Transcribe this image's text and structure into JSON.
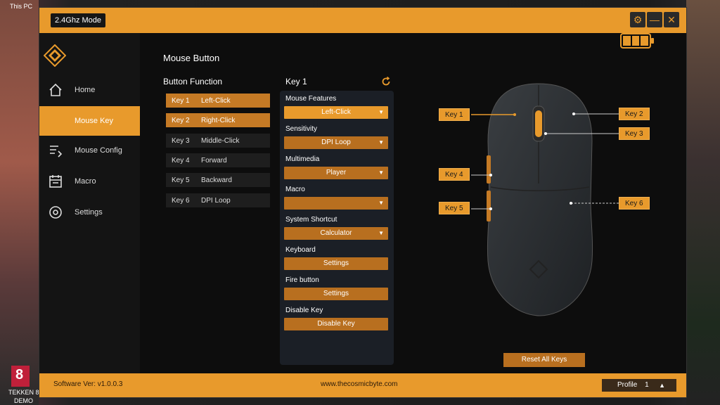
{
  "desktop": {
    "top_label": "This PC",
    "bottom_label_line1": "TEKKEN 8 -",
    "bottom_label_line2": "DEMO"
  },
  "titlebar": {
    "mode": "2.4Ghz Mode",
    "settings_icon": "gear-icon",
    "minimize_icon": "minimize-icon",
    "close_icon": "close-icon"
  },
  "battery": {
    "level": 1.0
  },
  "sidebar": {
    "items": [
      {
        "label": "Home",
        "icon": "home-icon"
      },
      {
        "label": "Mouse Key",
        "icon": "none",
        "active": true
      },
      {
        "label": "Mouse Config",
        "icon": "config-icon"
      },
      {
        "label": "Macro",
        "icon": "macro-icon"
      },
      {
        "label": "Settings",
        "icon": "settings-icon"
      }
    ]
  },
  "main": {
    "title": "Mouse Button",
    "button_function_label": "Button Function",
    "key_panel_title": "Key 1",
    "buttons": [
      {
        "key": "Key 1",
        "func": "Left-Click"
      },
      {
        "key": "Key 2",
        "func": "Right-Click"
      },
      {
        "key": "Key 3",
        "func": "Middle-Click"
      },
      {
        "key": "Key 4",
        "func": "Forward"
      },
      {
        "key": "Key 5",
        "func": "Backward"
      },
      {
        "key": "Key 6",
        "func": "DPI Loop"
      }
    ]
  },
  "key_panel": {
    "mouse_features": {
      "label": "Mouse Features",
      "value": "Left-Click"
    },
    "sensitivity": {
      "label": "Sensitivity",
      "value": "DPI Loop"
    },
    "multimedia": {
      "label": "Multimedia",
      "value": "Player"
    },
    "macro": {
      "label": "Macro",
      "value": ""
    },
    "system_shortcut": {
      "label": "System Shortcut",
      "value": "Calculator"
    },
    "keyboard": {
      "label": "Keyboard",
      "button": "Settings"
    },
    "fire_button": {
      "label": "Fire button",
      "button": "Settings"
    },
    "disable_key": {
      "label": "Disable Key",
      "button": "Disable Key"
    }
  },
  "mouse_keys": {
    "key1": "Key 1",
    "key2": "Key 2",
    "key3": "Key 3",
    "key4": "Key 4",
    "key5": "Key 5",
    "key6": "Key 6"
  },
  "reset_button": "Reset All Keys",
  "footer": {
    "software_ver": "Software Ver: v1.0.0.3",
    "website": "www.thecosmicbyte.com",
    "profile_label": "Profile",
    "profile_number": "1"
  }
}
